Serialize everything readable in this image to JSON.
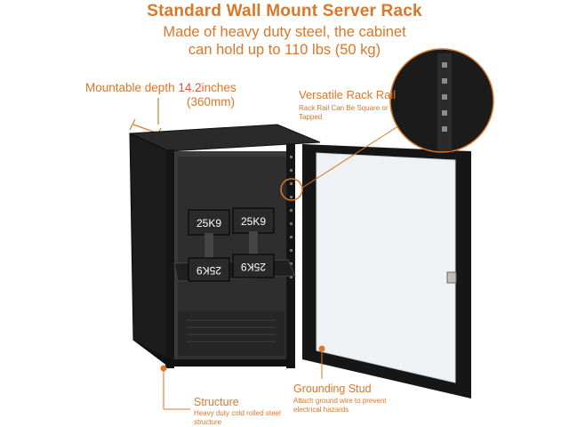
{
  "title": "Standard Wall Mount Server Rack",
  "subtitle": {
    "line1": "Made of heavy duty steel, the cabinet",
    "line2": "can hold up to 110 lbs (50 kg)"
  },
  "depth": {
    "prefix": "Mountable depth ",
    "value": "14.2",
    "suffix": "inches",
    "metric": "(360mm)"
  },
  "rail": {
    "title": "Versatile Rack Rail",
    "sub": "Rack Rail Can Be Square or Tapped"
  },
  "structure": {
    "title": "Structure",
    "sub": "Heavy duty cold rolled steel structure"
  },
  "ground": {
    "title": "Grounding Stud",
    "sub": "Attach ground wire to prevent electrical hazards"
  },
  "weights": [
    "25K9",
    "25K9",
    "25K9",
    "25K9"
  ],
  "colors": {
    "accent": "#d9772a",
    "highlight": "#e0523b",
    "cabinet": "#1a1a1a"
  }
}
